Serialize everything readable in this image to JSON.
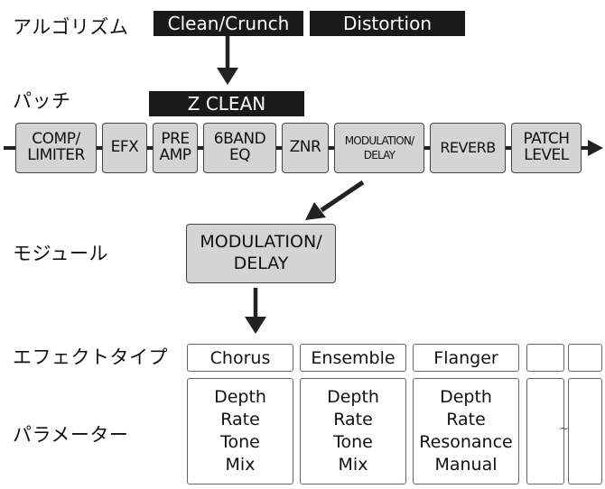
{
  "labels": {
    "algorithm": "アルゴリズム",
    "patch": "パッチ",
    "module": "モジュール",
    "effect_type": "エフェクトタイプ",
    "parameter": "パラメーター"
  },
  "algorithms": [
    "Clean/Crunch",
    "Distortion"
  ],
  "selected_algorithm": "Z CLEAN",
  "patch_chain": [
    {
      "id": "comp-limiter",
      "lines": [
        "COMP/",
        "LIMITER"
      ]
    },
    {
      "id": "efx",
      "lines": [
        "EFX"
      ]
    },
    {
      "id": "pre-amp",
      "lines": [
        "PRE",
        "AMP"
      ]
    },
    {
      "id": "6band-eq",
      "lines": [
        "6BAND",
        "EQ"
      ]
    },
    {
      "id": "znr",
      "lines": [
        "ZNR"
      ]
    },
    {
      "id": "modulation-delay",
      "lines": [
        "MODULATION/",
        "DELAY"
      ]
    },
    {
      "id": "reverb",
      "lines": [
        "REVERB"
      ]
    },
    {
      "id": "patch-level",
      "lines": [
        "PATCH",
        "LEVEL"
      ]
    }
  ],
  "module": {
    "lines": [
      "MODULATION/",
      "DELAY"
    ]
  },
  "effect_types": [
    {
      "name": "Chorus",
      "params": [
        "Depth",
        "Rate",
        "Tone",
        "Mix"
      ]
    },
    {
      "name": "Ensemble",
      "params": [
        "Depth",
        "Rate",
        "Tone",
        "Mix"
      ]
    },
    {
      "name": "Flanger",
      "params": [
        "Depth",
        "Rate",
        "Resonance",
        "Manual"
      ]
    },
    {
      "name": "",
      "params": []
    },
    {
      "name": "",
      "params": []
    }
  ],
  "ellipsis_mark": "~",
  "colors": {
    "module_fill": "#d4d4d4",
    "dark_band": "#1a1a1a",
    "arrow": "#222222"
  }
}
